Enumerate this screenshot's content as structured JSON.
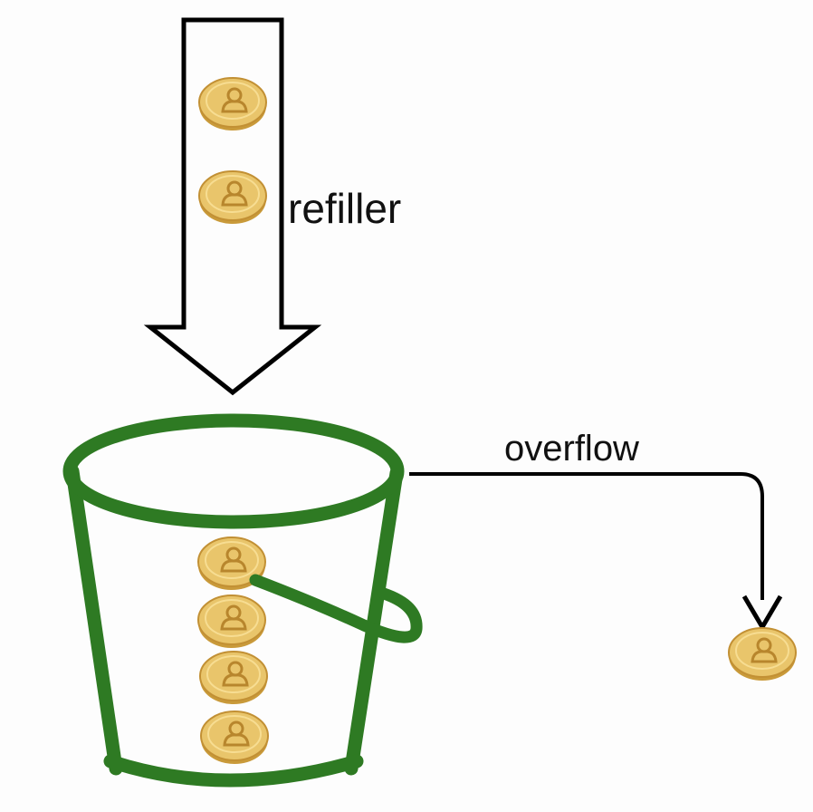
{
  "labels": {
    "refiller": "refiller",
    "overflow": "overflow"
  },
  "colors": {
    "background": "#fdfdfd",
    "bucket": "#2e7a23",
    "arrow": "#000000",
    "coin_fill": "#e9c56b",
    "coin_rim": "#c99a3a",
    "coin_emblem": "#b8862d"
  },
  "icons": {
    "coin": "coin-icon",
    "bucket": "bucket-icon",
    "refill_arrow": "down-arrow-icon",
    "overflow_arrow": "elbow-arrow-icon"
  },
  "coins": {
    "in_refiller": 2,
    "in_bucket": 4,
    "overflowed": 1
  }
}
